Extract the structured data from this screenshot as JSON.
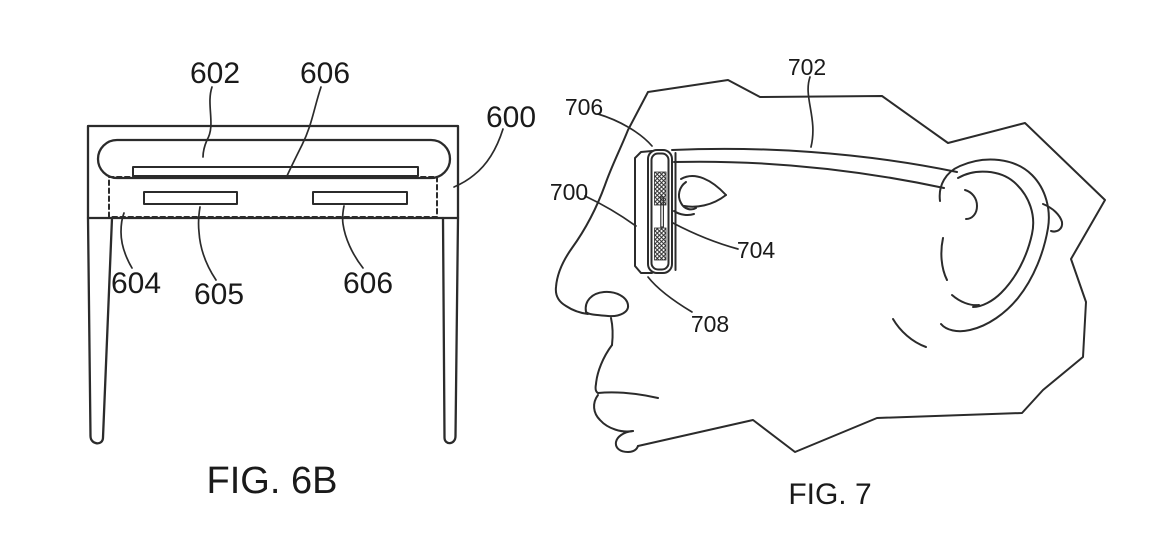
{
  "colors": {
    "background": "#ffffff",
    "line": "#2b2b2b",
    "text": "#1a1a1a"
  },
  "fig6b": {
    "caption": "FIG. 6B",
    "labels": {
      "n602": "602",
      "n606_top": "606",
      "n600": "600",
      "n604": "604",
      "n605": "605",
      "n606_bottom": "606"
    }
  },
  "fig7": {
    "caption": "FIG. 7",
    "labels": {
      "n702": "702",
      "n706": "706",
      "n700": "700",
      "n704": "704",
      "n708": "708"
    }
  }
}
